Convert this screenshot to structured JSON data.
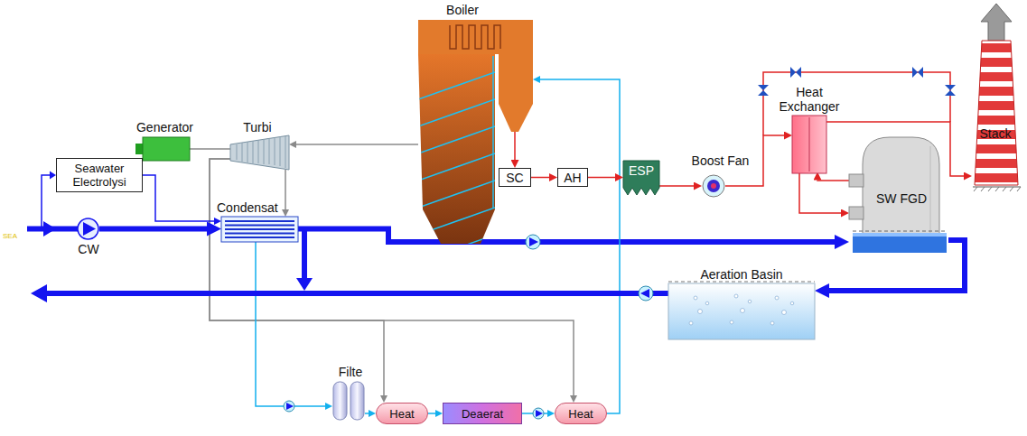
{
  "diagram": {
    "nodes": [
      {
        "text": [
          "Boiler"
        ]
      },
      {
        "text": [
          "Generator"
        ]
      },
      {
        "text": [
          "Turbi"
        ]
      },
      {
        "text": [
          "Heat Exchanger"
        ]
      },
      {
        "text": [
          "Stack"
        ]
      },
      {
        "text": [
          "Seawater Electrolysi"
        ]
      },
      {
        "text": [
          "Condensat"
        ]
      },
      {
        "text": [
          "SC"
        ]
      },
      {
        "text": [
          "AH"
        ]
      },
      {
        "text": [
          "ESP"
        ]
      },
      {
        "text": [
          "Boost Fan"
        ]
      },
      {
        "text": [
          "SW FGD"
        ]
      },
      {
        "text": [
          "CW"
        ]
      },
      {
        "text": [
          "Aeration Basin"
        ]
      },
      {
        "text": [
          "Filte"
        ]
      },
      {
        "text": [
          "Heat"
        ]
      },
      {
        "text": [
          "Deaerat"
        ]
      },
      {
        "text": [
          "Heat"
        ]
      }
    ],
    "edges": [
      {
        "from": 1,
        "to": 2,
        "arrow": "none"
      },
      {
        "from": 0,
        "to": 2,
        "arrow": "to"
      },
      {
        "from": 2,
        "to": 6,
        "arrow": "to"
      },
      {
        "from": 2,
        "to": 15,
        "arrow": "to"
      },
      {
        "from": 2,
        "to": 17,
        "arrow": "to"
      },
      {
        "from": 12,
        "to": 6,
        "arrow": "to"
      },
      {
        "from": 5,
        "to": 6,
        "arrow": "to"
      },
      {
        "from": 6,
        "to": 11,
        "arrow": "to"
      },
      {
        "from": 11,
        "to": 13,
        "arrow": "to"
      },
      {
        "from": 6,
        "to": 14,
        "arrow": "to"
      },
      {
        "from": 14,
        "to": 15,
        "arrow": "to"
      },
      {
        "from": 15,
        "to": 16,
        "arrow": "to"
      },
      {
        "from": 16,
        "to": 17,
        "arrow": "to"
      },
      {
        "from": 17,
        "to": 0,
        "arrow": "to"
      },
      {
        "from": 0,
        "to": 7,
        "arrow": "to"
      },
      {
        "from": 7,
        "to": 8,
        "arrow": "to"
      },
      {
        "from": 8,
        "to": 9,
        "arrow": "to"
      },
      {
        "from": 9,
        "to": 10,
        "arrow": "to"
      },
      {
        "from": 10,
        "to": 3,
        "arrow": "to"
      },
      {
        "from": 3,
        "to": 11,
        "arrow": "to"
      },
      {
        "from": 11,
        "to": 3,
        "arrow": "to"
      },
      {
        "from": 3,
        "to": 4,
        "arrow": "to"
      }
    ],
    "labels": [
      "SEA"
    ]
  }
}
